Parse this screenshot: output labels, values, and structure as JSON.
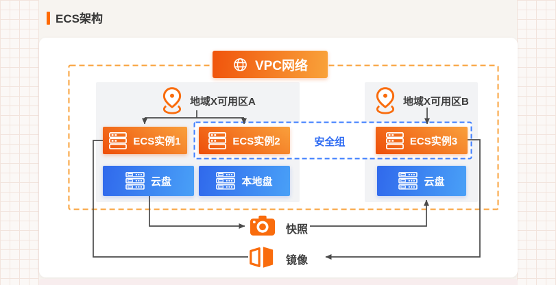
{
  "page": {
    "title": "ECS架构"
  },
  "diagram": {
    "vpc_label": "VPC网络",
    "zone_a": "地域X可用区A",
    "zone_b": "地域X可用区B",
    "security_group": "安全组",
    "instances": [
      "ECS实例1",
      "ECS实例2",
      "ECS实例3"
    ],
    "disks": [
      "云盘",
      "本地盘",
      "云盘"
    ],
    "snapshot": "快照",
    "image": "镜像",
    "edges": [
      {
        "from": "地域X可用区A",
        "to": "ECS实例1",
        "style": "arrow"
      },
      {
        "from": "地域X可用区A",
        "to": "ECS实例2",
        "style": "arrow"
      },
      {
        "from": "地域X可用区B",
        "to": "ECS实例3",
        "style": "arrow"
      },
      {
        "from": "云盘(可用区A)",
        "to": "快照",
        "style": "arrow"
      },
      {
        "from": "快照",
        "to": "云盘(可用区B)",
        "style": "arrow"
      },
      {
        "from": "ECS实例3",
        "to": "镜像",
        "style": "arrow"
      },
      {
        "from": "镜像",
        "to": "ECS实例1",
        "style": "line"
      }
    ],
    "colors": {
      "accent_orange": "#ff6a00",
      "vpc_border": "#f9a23b",
      "security_blue": "#3d7eff",
      "disk_blue": "#3069ec",
      "connector_gray": "#4a4a4a",
      "zone_panel_gray": "#f2f3f5"
    }
  }
}
